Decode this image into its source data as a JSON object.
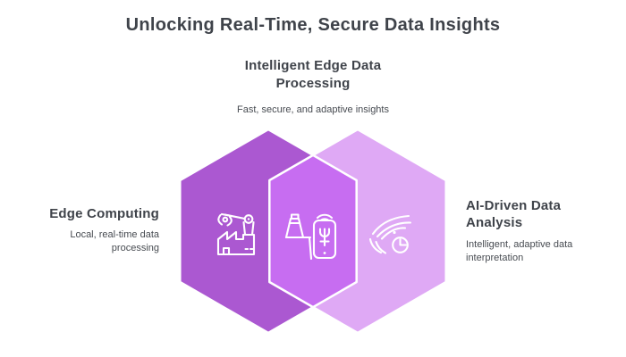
{
  "title": "Unlocking Real-Time, Secure Data Insights",
  "colors": {
    "background": "#ffffff",
    "left_hex": "#ab58d1",
    "right_hex": "#dfa9f5",
    "overlap_hex": "#c76df1",
    "hex_stroke": "#ffffff",
    "title_text": "#3f434a",
    "body_text": "#474b51"
  },
  "nodes": {
    "center": {
      "title": "Intelligent Edge Data Processing",
      "subtitle": "Fast, secure, and adaptive insights",
      "icon": "smart-connected-device-icon"
    },
    "left": {
      "title": "Edge Computing",
      "subtitle": "Local, real-time data processing",
      "icon": "factory-automation-icon"
    },
    "right": {
      "title": "AI-Driven Data Analysis",
      "subtitle": "Intelligent, adaptive data interpretation",
      "icon": "data-insight-flow-icon"
    }
  }
}
